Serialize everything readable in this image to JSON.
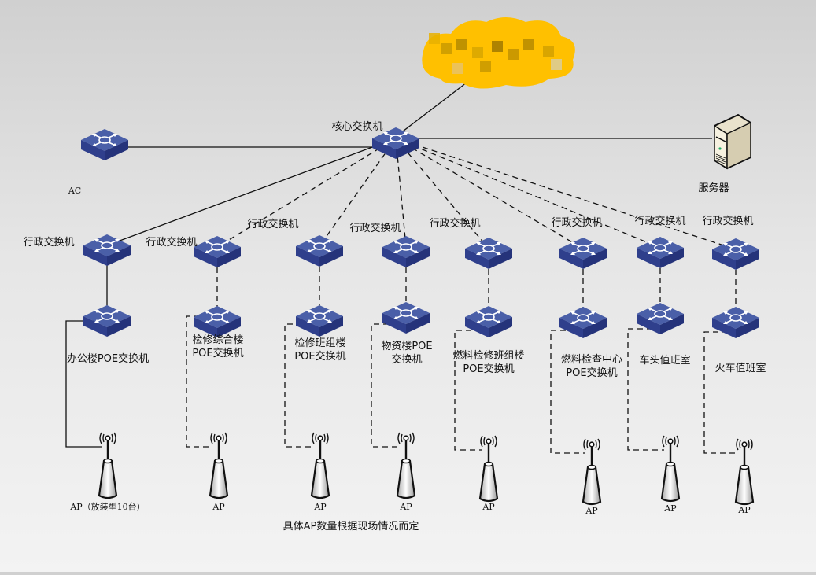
{
  "diagram": {
    "title": "网络拓扑图",
    "internet_cloud": {
      "label": "[已打码]",
      "color": "#ffc000"
    },
    "core_switch": {
      "label": "核心交换机"
    },
    "ac": {
      "label": "AC"
    },
    "server": {
      "label": "服务器"
    },
    "colors": {
      "switch_top": "#4a5fa8",
      "switch_side": "#2b3a80",
      "line": "#111111"
    },
    "branches": [
      {
        "admin_label": "行政交换机",
        "poe_label": [
          "办公楼POE交换机"
        ],
        "ap_label": "AP（放装型10台）",
        "link": "solid"
      },
      {
        "admin_label": "行政交换机",
        "poe_label": [
          "检修综合楼",
          "POE交换机"
        ],
        "ap_label": "AP",
        "link": "dashed"
      },
      {
        "admin_label": "行政交换机",
        "poe_label": [
          "检修班组楼",
          "POE交换机"
        ],
        "ap_label": "AP",
        "link": "dashed"
      },
      {
        "admin_label": "行政交换机",
        "poe_label": [
          "物资楼POE",
          "交换机"
        ],
        "ap_label": "AP",
        "link": "dashed"
      },
      {
        "admin_label": "行政交换机",
        "poe_label": [
          "燃料检修班组楼",
          "POE交换机"
        ],
        "ap_label": "AP",
        "link": "dashed"
      },
      {
        "admin_label": "行政交换机",
        "poe_label": [
          "燃料检查中心",
          "POE交换机"
        ],
        "ap_label": "AP",
        "link": "dashed"
      },
      {
        "admin_label": "行政交换机",
        "poe_label": [
          "车头值班室"
        ],
        "ap_label": "AP",
        "link": "dashed"
      },
      {
        "admin_label": "行政交换机",
        "poe_label": [
          "火车值班室"
        ],
        "ap_label": "AP",
        "link": "dashed"
      }
    ],
    "note": "具体AP数量根据现场情况而定"
  }
}
